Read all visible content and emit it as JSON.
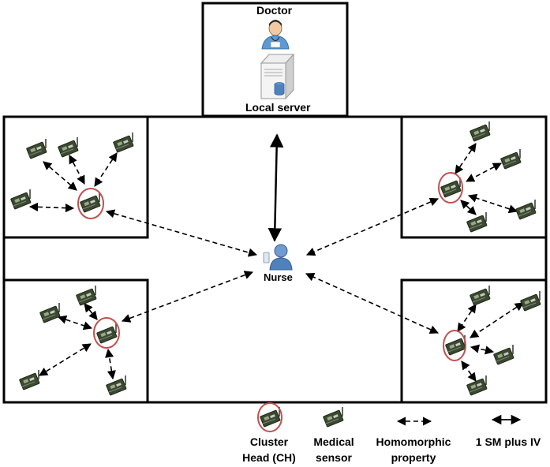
{
  "labels": {
    "doctor": "Doctor",
    "local_server": "Local server",
    "nurse": "Nurse"
  },
  "legend": {
    "cluster_head": "Cluster\nHead (CH)",
    "medical_sensor": "Medical\nsensor",
    "homomorphic": "Homomorphic\nproperty",
    "sm_iv": "1 SM plus IV"
  },
  "icons": {
    "sensor": "medical-sensor-icon",
    "cluster_head": "cluster-head-icon",
    "doctor": "doctor-icon",
    "server": "server-icon",
    "nurse": "nurse-icon"
  },
  "colors": {
    "cluster_ring": "#c0504d",
    "nurse_blue": "#4f81bd",
    "doctor_scrubs": "#5b9bd5"
  }
}
